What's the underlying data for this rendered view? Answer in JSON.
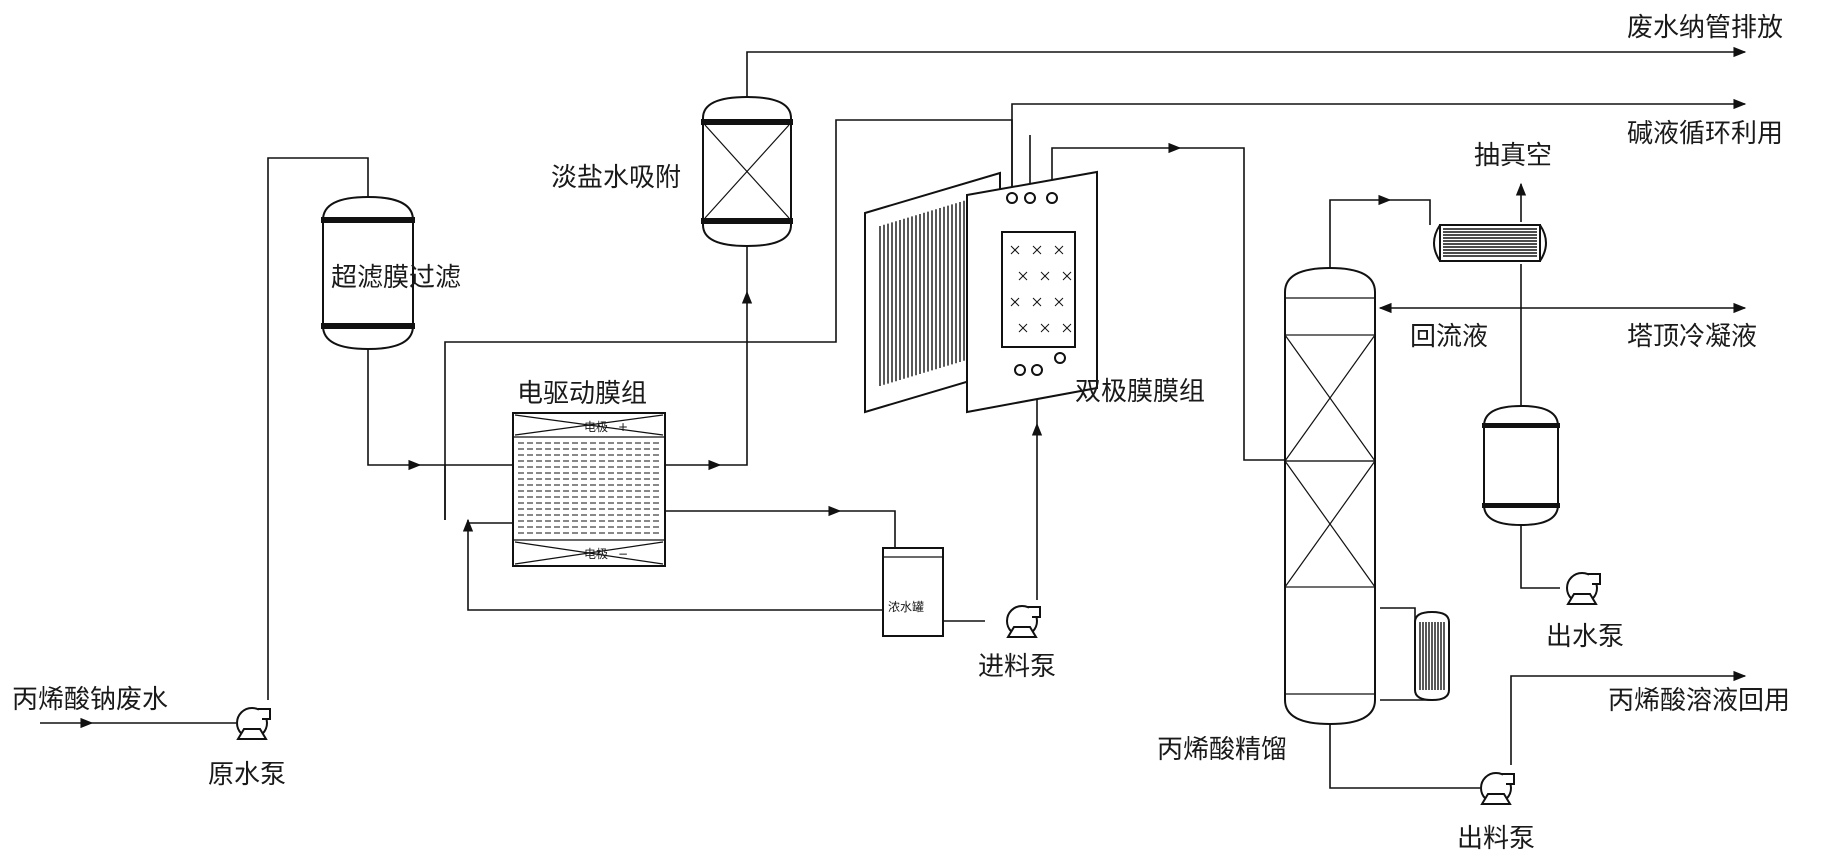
{
  "labels": {
    "wastewater_discharge": "废水纳管排放",
    "alkali_recycle": "碱液循环利用",
    "vacuum": "抽真空",
    "dilute_adsorption": "淡盐水吸附",
    "ultrafiltration": "超滤膜过滤",
    "electro_membrane": "电驱动膜组",
    "electrode_pos": "电极",
    "electrode_pos_sign": "+",
    "electrode_neg": "电极",
    "electrode_neg_sign": "−",
    "bipolar_membrane": "双极膜膜组",
    "reflux": "回流液",
    "top_condensate": "塔顶冷凝液",
    "raw_wastewater": "丙烯酸钠废水",
    "raw_pump": "原水泵",
    "conc_tank": "浓水罐",
    "feed_pump": "进料泵",
    "water_pump": "出水泵",
    "distillation": "丙烯酸精馏",
    "product_pump": "出料泵",
    "acid_reuse": "丙烯酸溶液回用"
  }
}
